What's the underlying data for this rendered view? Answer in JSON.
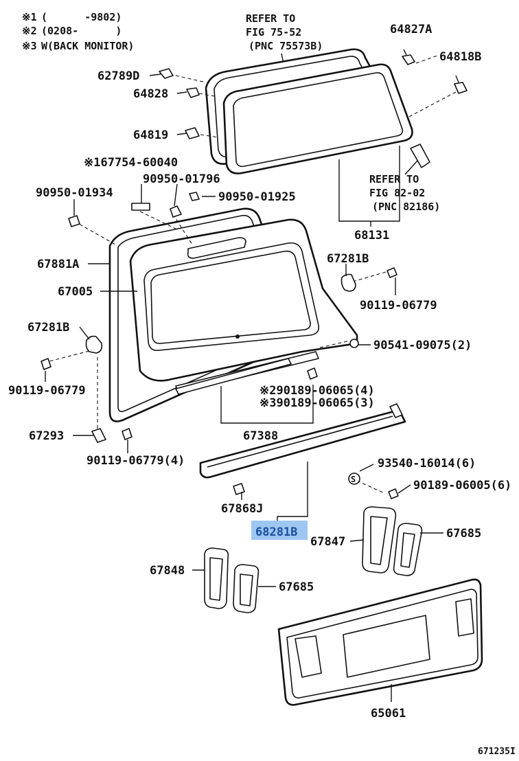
{
  "notes": [
    {
      "sym": "※1",
      "text": "(      -9802)"
    },
    {
      "sym": "※2",
      "text": "(0208-      )"
    },
    {
      "sym": "※3",
      "text": "W(BACK MONITOR)"
    }
  ],
  "refer_glass": {
    "l1": "REFER TO",
    "l2": "FIG 75-52",
    "l3": "(PNC 75573B)"
  },
  "refer_wiper": {
    "l1": "REFER TO",
    "l2": "FIG 82-02",
    "l3": "(PNC 82186)"
  },
  "labels": {
    "p64827A": "64827A",
    "p64818B": "64818B",
    "p62789D": "62789D",
    "p64828": "64828",
    "p64819": "64819",
    "p67754": "※167754-60040",
    "p90950_01796": "90950-01796",
    "p90950_01934": "90950-01934",
    "p90950_01925": "90950-01925",
    "p68131": "68131",
    "p67881A": "67881A",
    "p67005": "67005",
    "p67281B_r": "67281B",
    "p90119_06779_r": "90119-06779",
    "p67281B_l": "67281B",
    "p90541": "90541-09075(2)",
    "p90119_06779_l": "90119-06779",
    "p90189_2": "※290189-06065(4)",
    "p90189_3": "※390189-06065(3)",
    "p67388": "67388",
    "p67293": "67293",
    "p90119_06779_4": "90119-06779(4)",
    "p93540": "93540-16014(6)",
    "p90189_06005": "90189-06005(6)",
    "p67868J": "67868J",
    "p68281B": "68281B",
    "p67847": "67847",
    "p67685_r": "67685",
    "p67848": "67848",
    "p67685_l": "67685",
    "p65061": "65061"
  },
  "highlight_part": "68281B",
  "highlight_color": "#9ec6f3",
  "footer_code": "671235I"
}
